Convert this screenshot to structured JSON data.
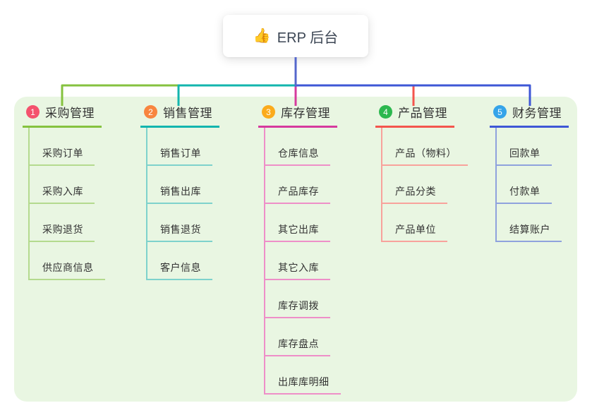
{
  "root": {
    "emoji": "👍",
    "label": "ERP 后台"
  },
  "branches": [
    {
      "number": "1",
      "title": "采购管理",
      "badge_color": "#f4526d",
      "line_color": "#85c23f",
      "child_line_color": "#b4da8e",
      "children": [
        "采购订单",
        "采购入库",
        "采购退货",
        "供应商信息"
      ]
    },
    {
      "number": "2",
      "title": "销售管理",
      "badge_color": "#f8853f",
      "line_color": "#13b5ae",
      "child_line_color": "#7ed2cc",
      "children": [
        "销售订单",
        "销售出库",
        "销售退货",
        "客户信息"
      ]
    },
    {
      "number": "3",
      "title": "库存管理",
      "badge_color": "#fbab1c",
      "line_color": "#d63a9e",
      "child_line_color": "#ee8fc8",
      "children": [
        "仓库信息",
        "产品库存",
        "其它出库",
        "其它入库",
        "库存调拨",
        "库存盘点",
        "出库库明细"
      ]
    },
    {
      "number": "4",
      "title": "产品管理",
      "badge_color": "#2cb84f",
      "line_color": "#f4554d",
      "child_line_color": "#f8a29c",
      "children": [
        "产品（物料）",
        "产品分类",
        "产品单位"
      ]
    },
    {
      "number": "5",
      "title": "财务管理",
      "badge_color": "#35a4e9",
      "line_color": "#3e57d6",
      "child_line_color": "#8fa2dd",
      "children": [
        "回款单",
        "付款单",
        "结算账户"
      ]
    }
  ],
  "colors": {
    "canvas_bg": "#ffffff",
    "panel_bg": "#e9f6e2",
    "root_line": "#5467cc",
    "text": "#333333",
    "root_text": "#3c4654"
  }
}
